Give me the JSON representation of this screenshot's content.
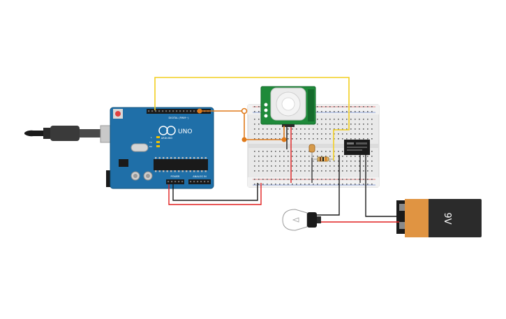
{
  "arduino": {
    "logo_text": "UNO",
    "brand_text": "ARDUINO",
    "digital_header_label": "DIGITAL (PWM~)",
    "power_header_label": "POWER",
    "analog_header_label": "ANALOG IN",
    "led_labels": [
      "L",
      "TX",
      "RX"
    ],
    "board_color": "#1f6fa8"
  },
  "battery": {
    "voltage_label": "9V",
    "body_color": "#2b2b2b",
    "label_color": "#e09442"
  },
  "wire_colors": {
    "signal": "#f2cf21",
    "power": "#e02020",
    "ground": "#1a1a1a",
    "junction": "#e07a1a"
  },
  "pir_sensor_color": "#1f8a3a",
  "relay_color": "#1a1a1a"
}
